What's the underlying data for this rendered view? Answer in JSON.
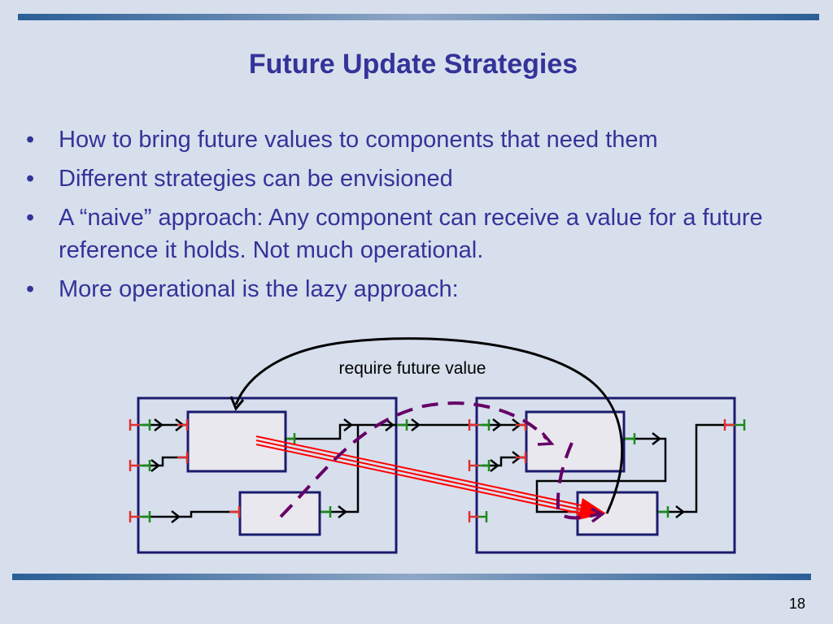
{
  "slide": {
    "title": "Future Update Strategies",
    "bullets": [
      "How to bring future values to components that need them",
      "Different strategies can be envisioned",
      "A “naive” approach: Any component can receive a value for a future reference it holds. Not much operational.",
      "More operational is the lazy approach:"
    ],
    "page_number": "18"
  },
  "diagram": {
    "annotation": "require future value",
    "colors": {
      "frame": "#1b1b6e",
      "component_fill": "#e8e8ee",
      "wire": "#000000",
      "required_port": "#e03030",
      "provided_port": "#1a8c1a",
      "lazy_path": "#660066",
      "update_arrow": "#ff0000"
    }
  }
}
